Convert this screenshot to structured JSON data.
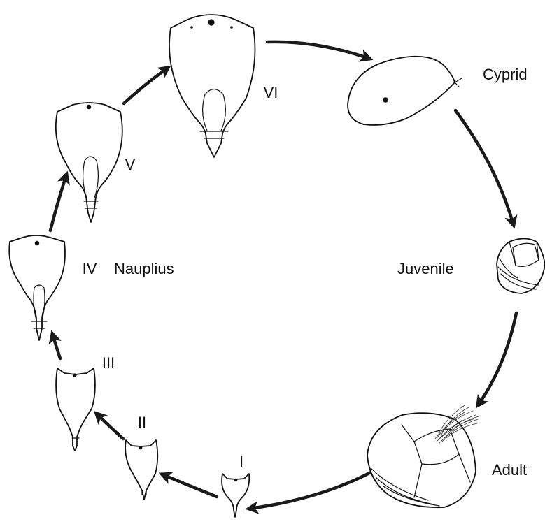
{
  "figure": {
    "stages": {
      "I": "I",
      "II": "II",
      "III": "III",
      "IV": "IV",
      "V": "V",
      "VI": "VI"
    },
    "phases": {
      "nauplius": "Nauplius",
      "cypris": "Cyprid",
      "juvenile": "Juvenile",
      "adult": "Adult"
    }
  }
}
